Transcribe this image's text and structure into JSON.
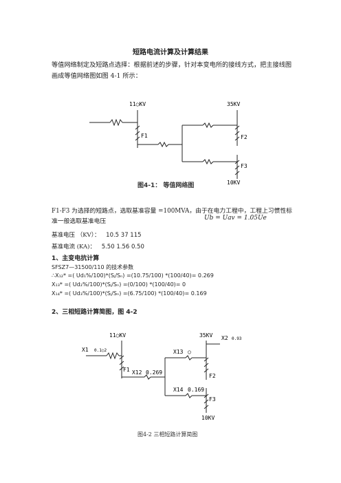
{
  "doc": {
    "title": "短路电流计算及计算结果",
    "intro": "等值网络制定及短路点选择：根据前述的步骤，针对本变电所的接线方式，把主接线图画成等值网络图如图 4-1 所示：",
    "fig1": {
      "v110": "11○KV",
      "v35": "35KV",
      "v10": "10KV",
      "f1": "F1",
      "f2": "F2",
      "f3": "F3",
      "caption": "图4-1： 等值网络图"
    },
    "para2": "F1-F3 为选择的短路点，选取基准容量 =100MVA，由于在电力工程中，工程上习惯性标准一般选取基准电压",
    "formula": "Ub = Uav = 1.05Ue",
    "base_voltage_label": "基准电压 （KV）：",
    "base_voltage_values": "10.5    37    115",
    "base_current_label": "基准电流 (KA)：",
    "base_current_values": "5.50    1.56    0.50",
    "section1": "1、主变电抗计算",
    "transformer_params": "SFSZ7—31500/110 的技术参数",
    "eq1": "∴X₁₂* =( Ud₁%/100)*(Sⱼ/Sₙ) =(10.75/100) *(100/40)= 0.269",
    "eq2": "X₁₃* =( Ud₂%/100)*(Sⱼ/Sₙ) =(0/100) *(100/40)= 0",
    "eq3": "X₁₄* =( Ud₃%/100)*(Sⱼ/Sₙ) =(6.75/100) *(100/40)= 0.169",
    "section2": "2、三相短路计算简图，图 4-2",
    "fig2": {
      "v110": "11○KV",
      "v35": "35KV",
      "v10": "10KV",
      "x1": "X1",
      "x1v": "0.1○2",
      "x2": "X2",
      "x2v": "0.93",
      "x12": "X12",
      "x12v": "0.269",
      "x13": "X13",
      "x13v": "○",
      "x14": "X14",
      "x14v": "0.169",
      "f1": "F1",
      "f2": "F2",
      "f3": "F3",
      "caption": "图4-2      三相短路计算简图"
    }
  }
}
